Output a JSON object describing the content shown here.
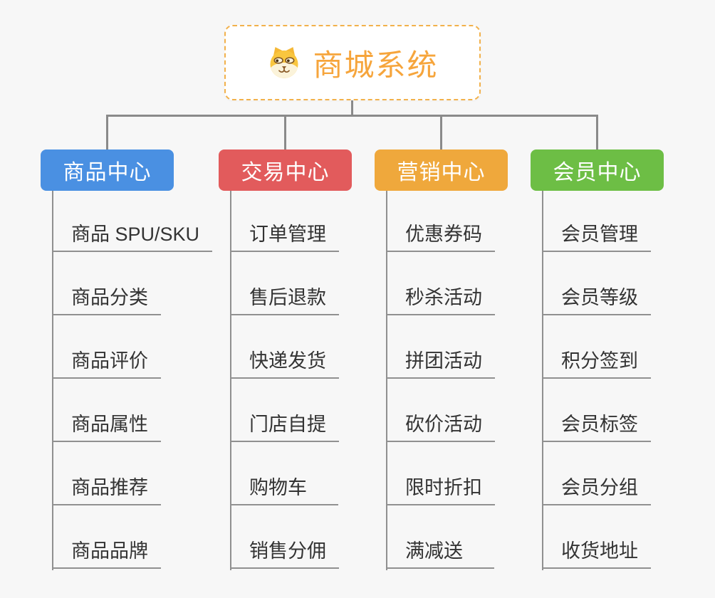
{
  "root": {
    "title": "商城系统",
    "icon": "dog-face-icon",
    "title_color": "#f6a53c",
    "border_color": "#f2b14b"
  },
  "connector_color": "#8a8a8a",
  "leaf_line_color": "#909090",
  "background_color": "#f7f7f7",
  "branches": [
    {
      "label": "商品中心",
      "color": "#4a90e2",
      "items": [
        {
          "label": "商品 SPU/SKU"
        },
        {
          "label": "商品分类"
        },
        {
          "label": "商品评价"
        },
        {
          "label": "商品属性"
        },
        {
          "label": "商品推荐"
        },
        {
          "label": "商品品牌"
        }
      ]
    },
    {
      "label": "交易中心",
      "color": "#e25b5c",
      "items": [
        {
          "label": "订单管理"
        },
        {
          "label": "售后退款"
        },
        {
          "label": "快递发货"
        },
        {
          "label": "门店自提"
        },
        {
          "label": "购物车"
        },
        {
          "label": "销售分佣"
        }
      ]
    },
    {
      "label": "营销中心",
      "color": "#efa83c",
      "items": [
        {
          "label": "优惠券码"
        },
        {
          "label": "秒杀活动"
        },
        {
          "label": "拼团活动"
        },
        {
          "label": "砍价活动"
        },
        {
          "label": "限时折扣"
        },
        {
          "label": "满减送"
        }
      ]
    },
    {
      "label": "会员中心",
      "color": "#6dbe45",
      "items": [
        {
          "label": "会员管理"
        },
        {
          "label": "会员等级"
        },
        {
          "label": "积分签到"
        },
        {
          "label": "会员标签"
        },
        {
          "label": "会员分组"
        },
        {
          "label": "收货地址"
        }
      ]
    }
  ]
}
